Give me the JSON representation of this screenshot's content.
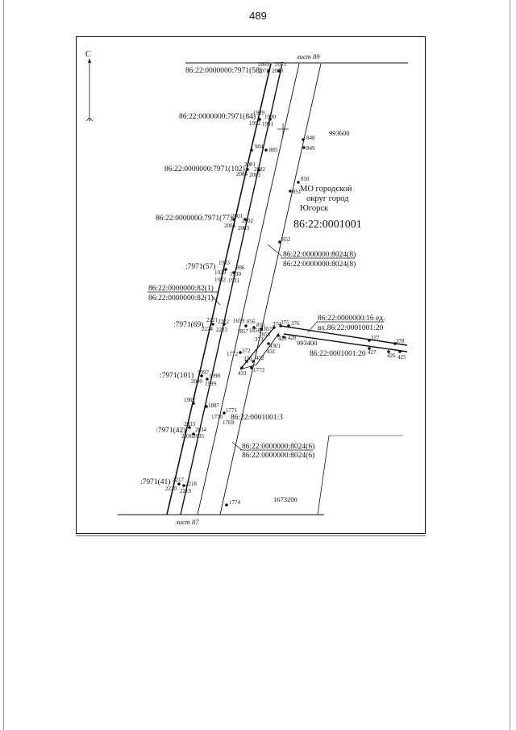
{
  "page": {
    "number": "489"
  },
  "north_label": "С",
  "sheets": {
    "top": "лист 89",
    "bottom": "лист 87"
  },
  "zone": {
    "name_lines": [
      "МО городской",
      "округ город",
      "Югорск"
    ],
    "cadastral_quarter": "86:22:0001001"
  },
  "block_numbers": {
    "upper": "993600",
    "middle": "993400",
    "lower": "1673200"
  },
  "parcel_labels": {
    "p58": "86:22:0000000:7971(58)",
    "p84": "86:22:0000000:7971(84)",
    "p102": "86:22:0000000:7971(102)",
    "p77": "86:22:0000000:7971(77)",
    "p57": ":7971(57)",
    "p69": ":7971(69)",
    "p101": ":7971(101)",
    "p42": ":7971(42)",
    "p41": ":7971(41)",
    "p1001_3": "86:22:0001001:3"
  },
  "callouts": {
    "c8024_8": [
      "86:22:0000000:8024(8)",
      "86:22:0000000:8024(8)"
    ],
    "c82_1": [
      "86:22:0000000:82(1)",
      "86:22:0000000:82(1)"
    ],
    "c16": [
      "86:22:0000000:16 ед.",
      "вх.86:22:0001001:20"
    ],
    "c1001_20": "86:22:0001001:20",
    "c8024_6": [
      "86:22:0000000:8024(6)",
      "86:22:0000000:8024(6)"
    ]
  },
  "points": {
    "p2069": "2069",
    "p2071": "2071",
    "p2072": "2072",
    "p2070": "2070",
    "p1989": "1989",
    "p1990": "1990",
    "p1992": "1992",
    "p1991": "1991",
    "p904": "904",
    "p885": "885",
    "p848": "848",
    "p849": "849",
    "p850": "850",
    "p851": "851",
    "p2081": "2081",
    "p2082": "2082",
    "p2084": "2084",
    "p2083": "2083",
    "p2001": "2001",
    "p2002": "2002",
    "p2004": "2004",
    "p2003": "2003",
    "p852": "852",
    "p1933": "1933",
    "p886": "886",
    "p1929": "1929",
    "p1930": "1930",
    "p1932": "1932",
    "p1931": "1931",
    "p2221": "2221",
    "p2222": "2222",
    "p2224": "2224",
    "p2223": "2223",
    "p1659": "1659",
    "p856": "856",
    "p855": "855",
    "p1857": "1857",
    "p1856": "1856",
    "p1855": "1855",
    "p1858": "1858",
    "p374": "374",
    "p375": "375",
    "p376": "376",
    "p373": "373",
    "p429": "429",
    "p428": "428",
    "p4301": "4301",
    "p431": "431",
    "p377": "377",
    "p378": "378",
    "p427": "427",
    "p426": "426",
    "p425": "425",
    "p1772": "1772",
    "p372": "372",
    "p370": "370",
    "p432": "432",
    "p433": "433",
    "p1773": "1773",
    "p1997": "1997",
    "p1998": "1998",
    "p2000": "2000",
    "p1999": "1999",
    "p1902": "1902",
    "p1887": "1887",
    "p1771": "1771",
    "p1770": "1770",
    "p1769": "1769",
    "p2033": "2033",
    "p2034": "2034",
    "p2036": "2036",
    "p2035": "2035",
    "p2217": "2217",
    "p2218": "2218",
    "p2220": "2220",
    "p2219": "2219",
    "p1774": "1774"
  }
}
